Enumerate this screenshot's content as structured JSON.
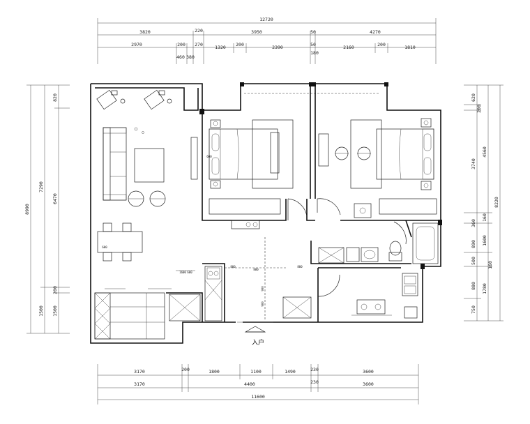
{
  "dimensions": {
    "top_total": "12720",
    "top_row1": [
      "3820",
      "220",
      "3950",
      "50",
      "4270"
    ],
    "top_row2": [
      "2970",
      "200",
      "270",
      "1320",
      "200",
      "2390",
      "50",
      "2160",
      "200",
      "1810"
    ],
    "top_row3": [
      "460",
      "380",
      "180"
    ],
    "bottom_row1": [
      "3170",
      "200",
      "1800",
      "1100",
      "1490",
      "230",
      "3600"
    ],
    "bottom_row2": [
      "3170",
      "4400",
      "230",
      "3600"
    ],
    "bottom_total": "11600",
    "left_outer": "8990",
    "left_mid": [
      "7290",
      "1500"
    ],
    "left_inner": [
      "820",
      "6470",
      "200",
      "1500"
    ],
    "right_inner": [
      "620",
      "200",
      "3740",
      "360",
      "890",
      "500",
      "880",
      "750"
    ],
    "right_mid": [
      "4560",
      "160",
      "1600",
      "160",
      "1780"
    ],
    "right_outer": "8220"
  },
  "interior_marks": [
    "800",
    "800",
    "900",
    "800",
    "900",
    "1600",
    "600",
    "600",
    "600"
  ],
  "entrance_label": "入户",
  "icon_names": [
    "sofa",
    "coffee-table",
    "lounge-chair",
    "dining-table",
    "dining-chair",
    "double-bed",
    "nightstand",
    "wardrobe",
    "desk",
    "toilet",
    "bathtub",
    "washbasin",
    "kitchen-sink",
    "gas-stove",
    "refrigerator",
    "washing-machine",
    "door-swing",
    "entrance-arrow",
    "cabinet"
  ]
}
